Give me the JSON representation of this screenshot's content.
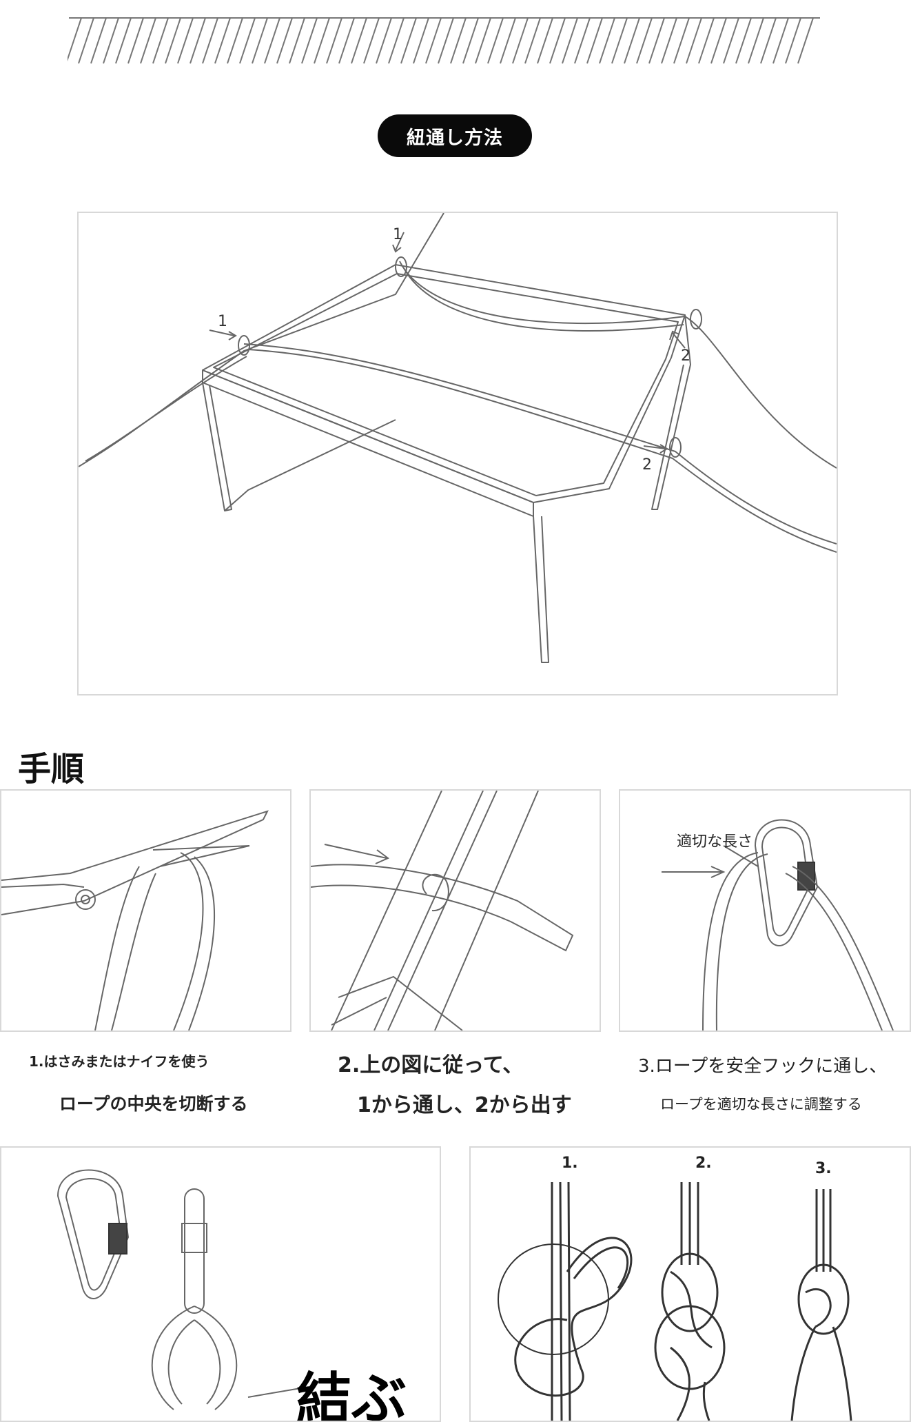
{
  "title_badge": "紐通し方法",
  "main_diagram": {
    "labels": [
      "1",
      "1",
      "2",
      "2"
    ]
  },
  "steps_heading": "手順",
  "steps": [
    {
      "line1": "1.はさみまたはナイフを使う",
      "line2": "ロープの中央を切断する"
    },
    {
      "line1": "2.上の図に従って、",
      "line2": "1から通し、2から出す"
    },
    {
      "line1": "3.ロープを安全フックに通し、",
      "line2": "ロープを適切な長さに調整する"
    }
  ],
  "step3_annotation": "適切な長さ",
  "bottom_left_label": "結ぶ",
  "knot_steps": [
    "1.",
    "2.",
    "3."
  ]
}
